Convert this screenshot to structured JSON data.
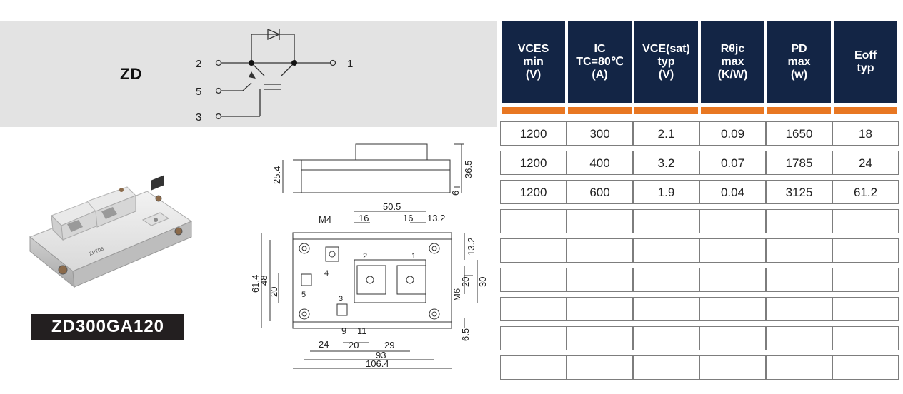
{
  "header": {
    "series": "ZD",
    "pins": [
      "2",
      "5",
      "3",
      "1"
    ]
  },
  "product": {
    "model": "ZD300GA120",
    "case_marks": [
      "ZPT08"
    ]
  },
  "dimensions": {
    "side": [
      "25.4",
      "36.5",
      "6"
    ],
    "top_row": [
      "M4",
      "50.5",
      "16",
      "16",
      "13.2"
    ],
    "right": [
      "13.2",
      "20",
      "30",
      "M6",
      "6.5"
    ],
    "left": [
      "61.4",
      "48",
      "20"
    ],
    "bottom": [
      "24",
      "9",
      "11",
      "20",
      "29",
      "93",
      "106.4"
    ],
    "pin_labels": [
      "2",
      "1",
      "4",
      "5",
      "3"
    ]
  },
  "table": {
    "headers": [
      [
        "VCES",
        "min",
        "(V)"
      ],
      [
        "IC",
        "TC=80℃",
        "(A)"
      ],
      [
        "VCE(sat)",
        "typ",
        "(V)"
      ],
      [
        "Rθjc",
        "max",
        "(K/W)"
      ],
      [
        "PD",
        "max",
        "(w)"
      ],
      [
        "Eoff",
        "typ"
      ]
    ],
    "rows": [
      [
        "1200",
        "300",
        "2.1",
        "0.09",
        "1650",
        "18"
      ],
      [
        "1200",
        "400",
        "3.2",
        "0.07",
        "1785",
        "24"
      ],
      [
        "1200",
        "600",
        "1.9",
        "0.04",
        "3125",
        "61.2"
      ],
      [
        "",
        "",
        "",
        "",
        "",
        ""
      ],
      [
        "",
        "",
        "",
        "",
        "",
        ""
      ],
      [
        "",
        "",
        "",
        "",
        "",
        ""
      ],
      [
        "",
        "",
        "",
        "",
        "",
        ""
      ],
      [
        "",
        "",
        "",
        "",
        "",
        ""
      ],
      [
        "",
        "",
        "",
        "",
        "",
        ""
      ]
    ]
  },
  "colors": {
    "header_bg": "#132545",
    "accent_orange": "#e87722",
    "band_gray": "#e3e3e3",
    "label_bg": "#231f20"
  }
}
